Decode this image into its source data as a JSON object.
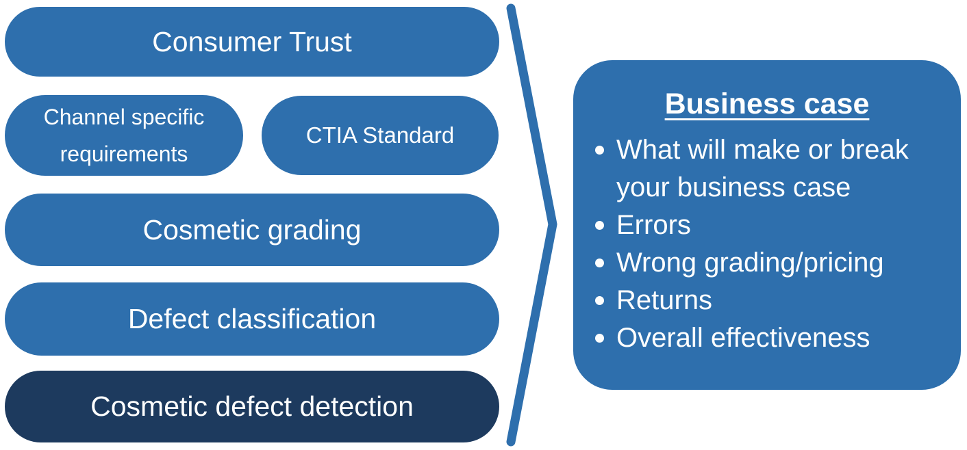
{
  "pills": {
    "consumer_trust": "Consumer Trust",
    "channel_specific": "Channel specific requirements",
    "ctia_standard": "CTIA Standard",
    "cosmetic_grading": "Cosmetic grading",
    "defect_classification": "Defect classification",
    "cosmetic_defect_detection": "Cosmetic defect detection"
  },
  "business_case": {
    "title": "Business case",
    "bullets": [
      "What will make or break your business case",
      "Errors",
      "Wrong grading/pricing",
      "Returns",
      "Overall effectiveness"
    ]
  },
  "colors": {
    "primary_blue": "#2e6fad",
    "dark_navy": "#1d3a5e",
    "text_white": "#fdfefe",
    "canvas_bg": "#ffffff"
  }
}
